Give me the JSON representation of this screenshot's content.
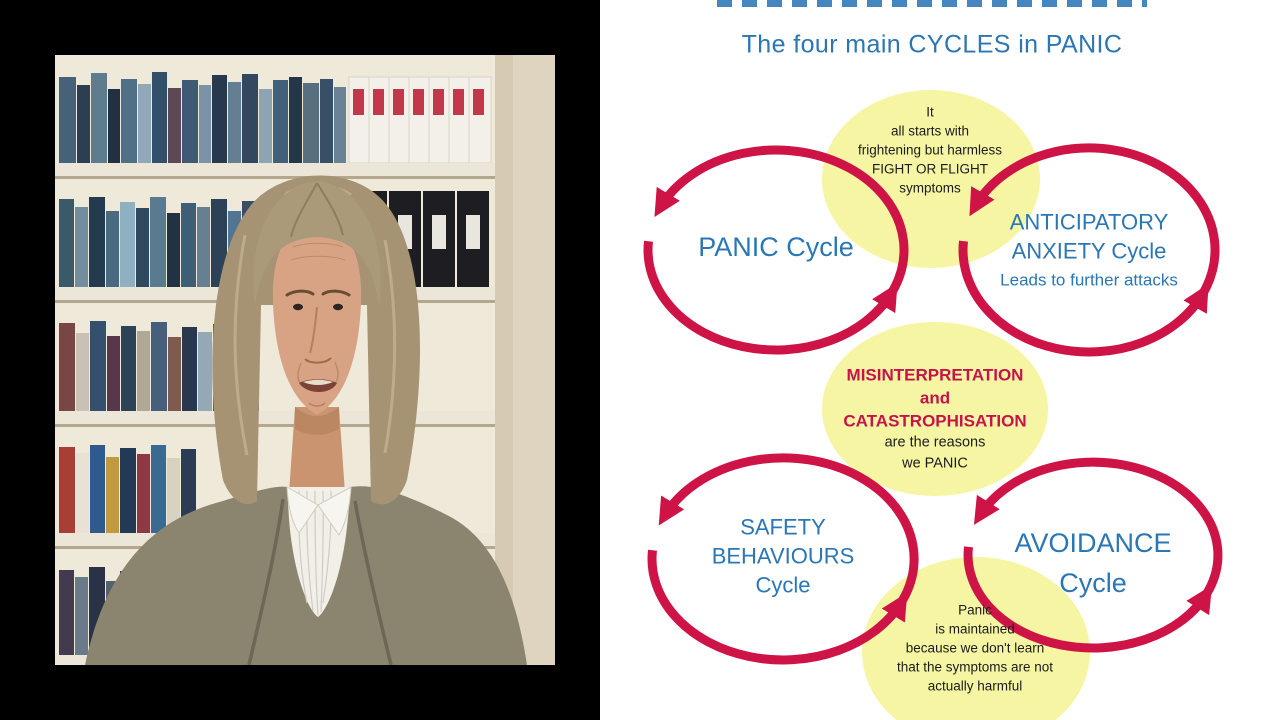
{
  "colors": {
    "cycle_red": "#ce1446",
    "text_blue": "#2b76b4",
    "bubble_yellow": "#f5f5a3",
    "bubble_text": "#1c1c1c",
    "emphasis_red": "#c6134b"
  },
  "slide": {
    "title": "The four main CYCLES in PANIC",
    "start_bubble": {
      "lines": [
        "It",
        "all starts with",
        "frightening but harmless",
        "FIGHT OR FLIGHT",
        "symptoms"
      ]
    },
    "panic_cycle": {
      "label": "PANIC Cycle"
    },
    "anticipatory_cycle": {
      "line1": "ANTICIPATORY",
      "line2": "ANXIETY Cycle",
      "sub": "Leads to further attacks"
    },
    "middle_bubble": {
      "red1": "MISINTERPRETATION",
      "red2": "and",
      "red3": "CATASTROPHISATION",
      "black1": "are the reasons",
      "black2": "we PANIC"
    },
    "safety_cycle": {
      "line1": "SAFETY",
      "line2": "BEHAVIOURS",
      "line3": "Cycle"
    },
    "avoidance_cycle": {
      "line1": "AVOIDANCE",
      "line2": "Cycle"
    },
    "bottom_bubble": {
      "lines": [
        "Panic",
        "is maintained",
        "because we don't learn",
        "that the symptoms are not",
        "actually harmful"
      ]
    }
  }
}
